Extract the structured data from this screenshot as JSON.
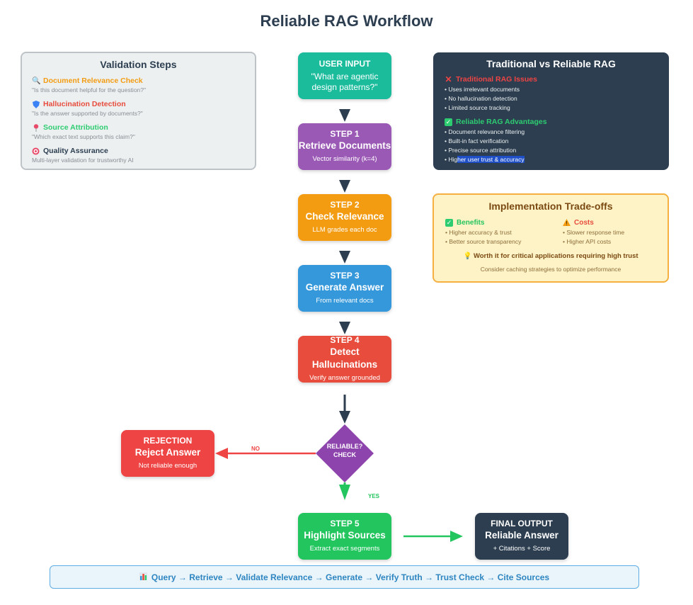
{
  "title": "Reliable RAG Workflow",
  "colors": {
    "input": "#1abc9c",
    "step1": "#9b59b6",
    "step2": "#f39c12",
    "step3": "#3498db",
    "step4": "#e74c3c",
    "decision": "#8e44ad",
    "rejection": "#ef4444",
    "step5": "#22c55e",
    "final": "#2c3e50"
  },
  "flow": {
    "input": {
      "label": "USER INPUT",
      "query": "\"What are agentic design patterns?\""
    },
    "step1": {
      "step": "STEP 1",
      "title": "Retrieve Documents",
      "desc": "Vector similarity (k=4)"
    },
    "step2": {
      "step": "STEP 2",
      "title": "Check Relevance",
      "desc": "LLM grades each doc"
    },
    "step3": {
      "step": "STEP 3",
      "title": "Generate Answer",
      "desc": "From relevant docs"
    },
    "step4": {
      "step": "STEP 4",
      "title": "Detect Hallucinations",
      "desc": "Verify answer grounded"
    },
    "decision": {
      "line1": "RELIABLE?",
      "line2": "CHECK",
      "no_label": "NO",
      "yes_label": "YES"
    },
    "rejection": {
      "step": "REJECTION",
      "title": "Reject Answer",
      "desc": "Not reliable enough"
    },
    "step5": {
      "step": "STEP 5",
      "title": "Highlight Sources",
      "desc": "Extract exact segments"
    },
    "final": {
      "step": "FINAL OUTPUT",
      "title": "Reliable Answer",
      "desc": "+ Citations + Score"
    }
  },
  "validation": {
    "title": "Validation Steps",
    "items": [
      {
        "icon": "magnifier-icon",
        "heading": "Document Relevance Check",
        "sub": "\"Is this document helpful for the question?\"",
        "color": "#f39c12"
      },
      {
        "icon": "shield-icon",
        "heading": "Hallucination Detection",
        "sub": "\"Is the answer supported by documents?\"",
        "color": "#e74c3c"
      },
      {
        "icon": "pin-icon",
        "heading": "Source Attribution",
        "sub": "\"Which exact text supports this claim?\"",
        "color": "#2ecc71"
      },
      {
        "icon": "target-icon",
        "heading": "Quality Assurance",
        "sub": "Multi-layer validation for trustworthy AI",
        "color": "#2c3e50"
      }
    ]
  },
  "comparison": {
    "title": "Traditional vs Reliable RAG",
    "traditional": {
      "heading": "Traditional RAG Issues",
      "items": [
        "• Uses irrelevant documents",
        "• No hallucination detection",
        "• Limited source tracking"
      ]
    },
    "reliable": {
      "heading": "Reliable RAG Advantages",
      "items": [
        "• Document relevance filtering",
        "• Built-in fact verification",
        "• Precise source attribution"
      ],
      "last_prefix": "• Hig",
      "last_highlight": "her user trust & accuracy"
    }
  },
  "tradeoffs": {
    "title": "Implementation Trade-offs",
    "benefits": {
      "heading": "Benefits",
      "items": [
        "• Higher accuracy & trust",
        "• Better source transparency"
      ]
    },
    "costs": {
      "heading": "Costs",
      "items": [
        "• Slower response time",
        "• Higher API costs"
      ]
    },
    "verdict": "Worth it for critical applications requiring high trust",
    "note": "Consider caching strategies to optimize performance"
  },
  "footer": {
    "text": "Query → Retrieve → Validate Relevance → Generate → Verify Truth → Trust Check → Cite Sources"
  }
}
